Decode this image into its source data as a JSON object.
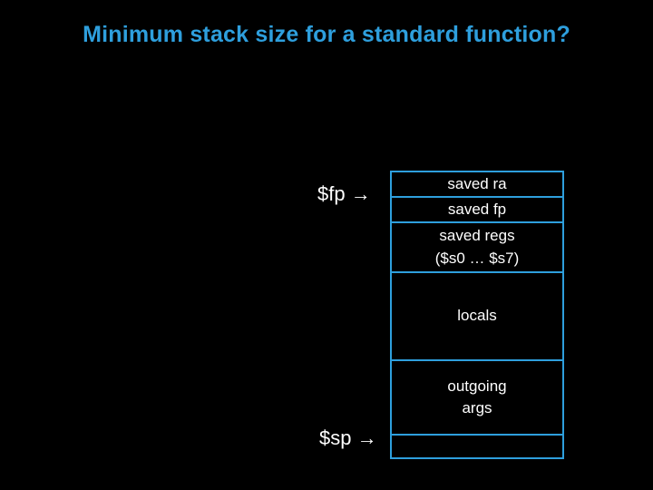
{
  "slide": {
    "title": "Minimum stack size for a standard function?",
    "title_color": "#2e9fdd",
    "background_color": "#000000",
    "border_color": "#2e9fdd",
    "text_color": "#ffffff"
  },
  "pointers": {
    "fp": "$fp →",
    "sp": "$sp →"
  },
  "stack": {
    "cells": [
      {
        "lines": [
          "saved ra"
        ]
      },
      {
        "lines": [
          "saved fp"
        ]
      },
      {
        "lines": [
          "saved regs",
          "($s0 … $s7)"
        ]
      },
      {
        "lines": [
          "locals"
        ]
      },
      {
        "lines": [
          "outgoing",
          "args"
        ]
      },
      {
        "lines": [
          ""
        ]
      }
    ]
  }
}
